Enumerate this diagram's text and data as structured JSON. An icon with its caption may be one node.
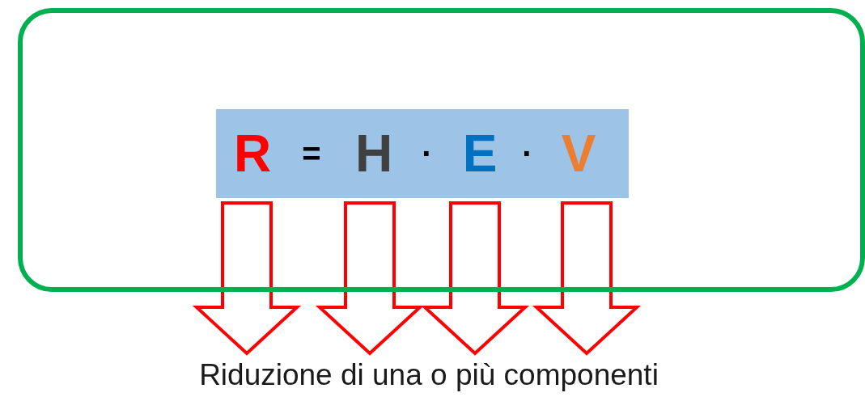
{
  "diagram": {
    "nodes": [
      {
        "text": [],
        "shape": "box"
      },
      {
        "text": [
          "R",
          "=",
          "H",
          "·",
          "E",
          "·",
          "V"
        ],
        "in": 0
      },
      {
        "text": [
          "Riduzione di una o più componenti"
        ]
      }
    ],
    "edges": [
      {
        "from": 1,
        "to": 2,
        "arrow": "to",
        "color": "#ff0000"
      },
      {
        "from": 1,
        "to": 2,
        "arrow": "to",
        "color": "#ff0000"
      },
      {
        "from": 1,
        "to": 2,
        "arrow": "to",
        "color": "#ff0000"
      },
      {
        "from": 1,
        "to": 2,
        "arrow": "to",
        "color": "#ff0000"
      }
    ]
  }
}
